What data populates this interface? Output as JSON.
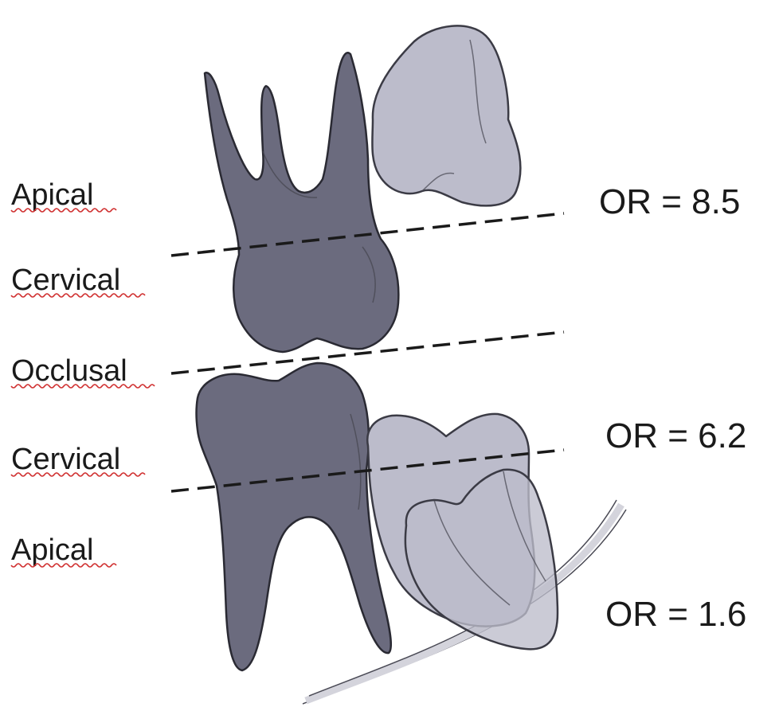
{
  "region_labels": {
    "upper_apical": "Apical",
    "upper_cervical": "Cervical",
    "occlusal": "Occlusal",
    "lower_cervical": "Cervical",
    "lower_apical": "Apical"
  },
  "odds_ratios": {
    "top": "OR = 8.5",
    "middle": "OR = 6.2",
    "bottom": "OR = 1.6"
  },
  "colors": {
    "second_molar": "#6b6b7e",
    "third_molar": "#bcbccb",
    "outline": "#2a2a33",
    "spellcheck_underline": "#d03030"
  }
}
